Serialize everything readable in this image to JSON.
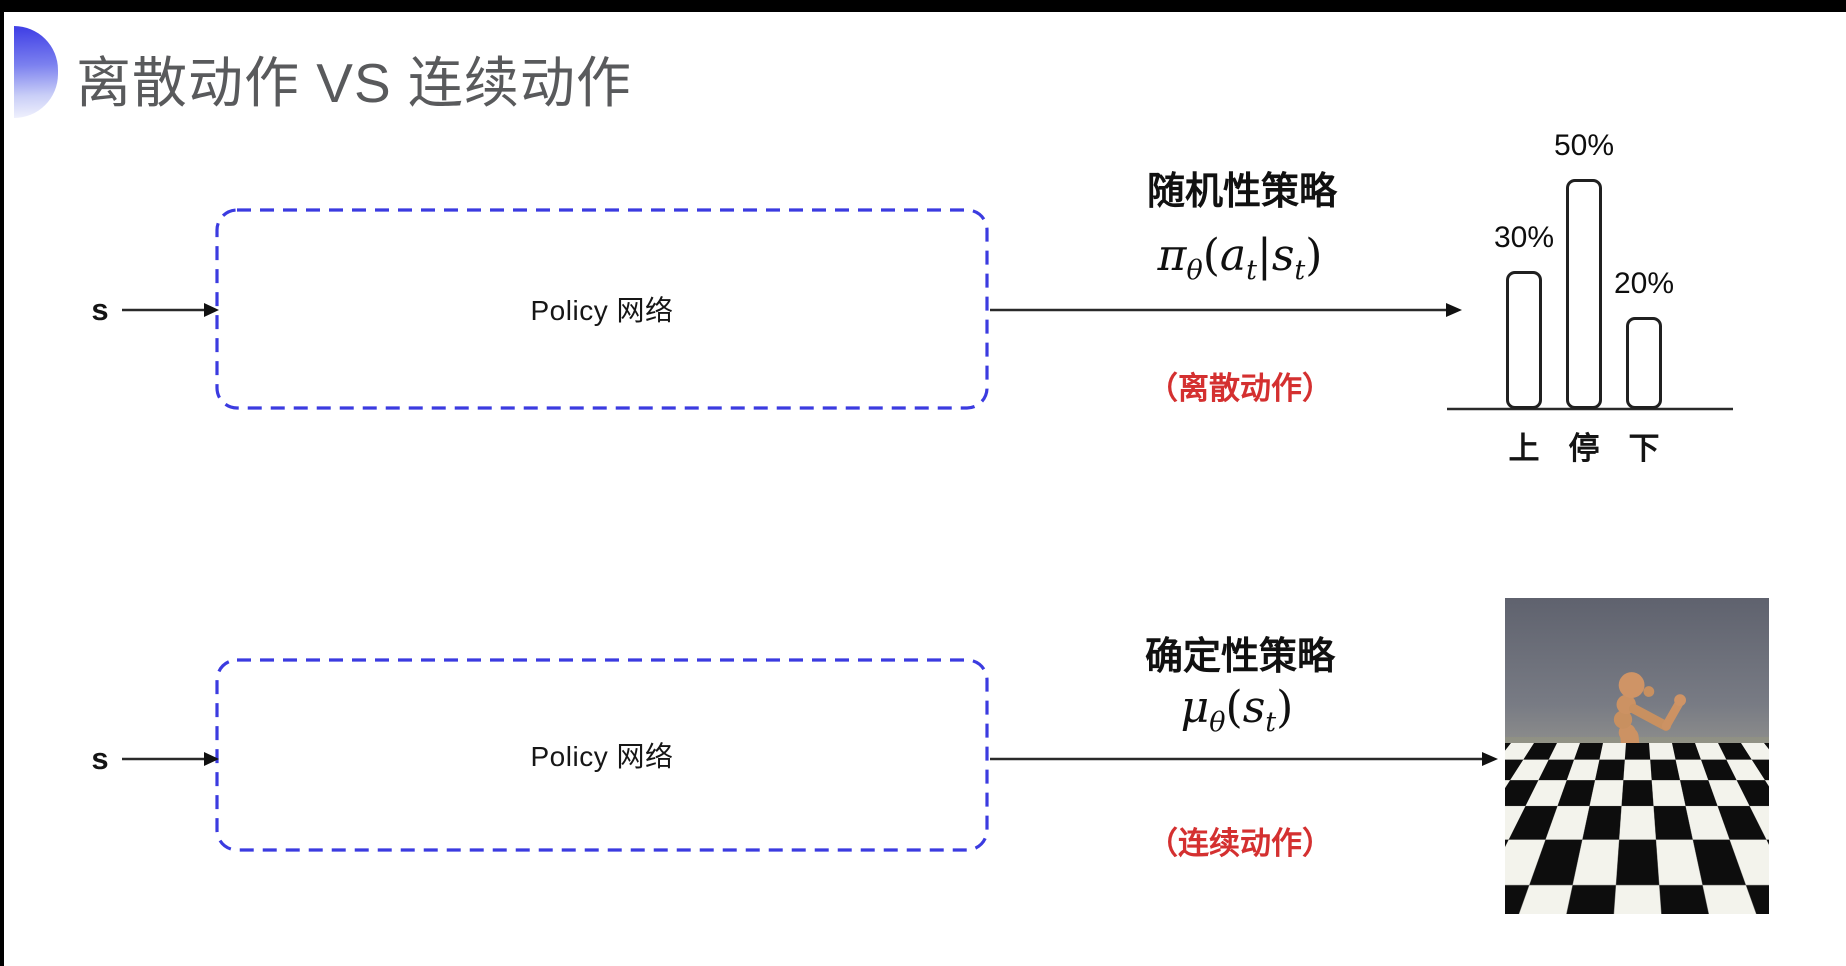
{
  "slide": {
    "title": "离散动作 VS 连续动作"
  },
  "colors": {
    "frame": "#000000",
    "slide_bg": "#ffffff",
    "title_text": "#595a5c",
    "accent_blue": "#4343e6",
    "box_border": "#3b3be0",
    "arrow": "#2a2a2a",
    "red_note": "#d43030",
    "bar_outline": "#202020",
    "bar_fill": "#ffffff"
  },
  "top_flow": {
    "input_label": "s",
    "box_label": "Policy 网络",
    "policy_type": "随机性策略",
    "formula": {
      "head": "π",
      "head_sub": "θ",
      "open": "(",
      "arg1": "a",
      "arg1_sub": "t",
      "pipe": "|",
      "arg2": "s",
      "arg2_sub": "t",
      "close": ")"
    },
    "note": "（离散动作）"
  },
  "bottom_flow": {
    "input_label": "s",
    "box_label": "Policy 网络",
    "policy_type": "确定性策略",
    "formula": {
      "head": "μ",
      "head_sub": "θ",
      "open": "(",
      "arg2": "s",
      "arg2_sub": "t",
      "close": ")"
    },
    "note": "（连续动作）",
    "figure": "humanoid-robot-simulation"
  },
  "chart_data": {
    "type": "bar",
    "categories": [
      "上",
      "停",
      "下"
    ],
    "values": [
      30,
      50,
      20
    ],
    "value_labels": [
      "30%",
      "50%",
      "20%"
    ],
    "title": "",
    "xlabel": "",
    "ylabel": "",
    "ylim": [
      0,
      60
    ],
    "grid": false,
    "legend": false,
    "bar_fill": "#ffffff",
    "bar_outline": "#202020"
  }
}
